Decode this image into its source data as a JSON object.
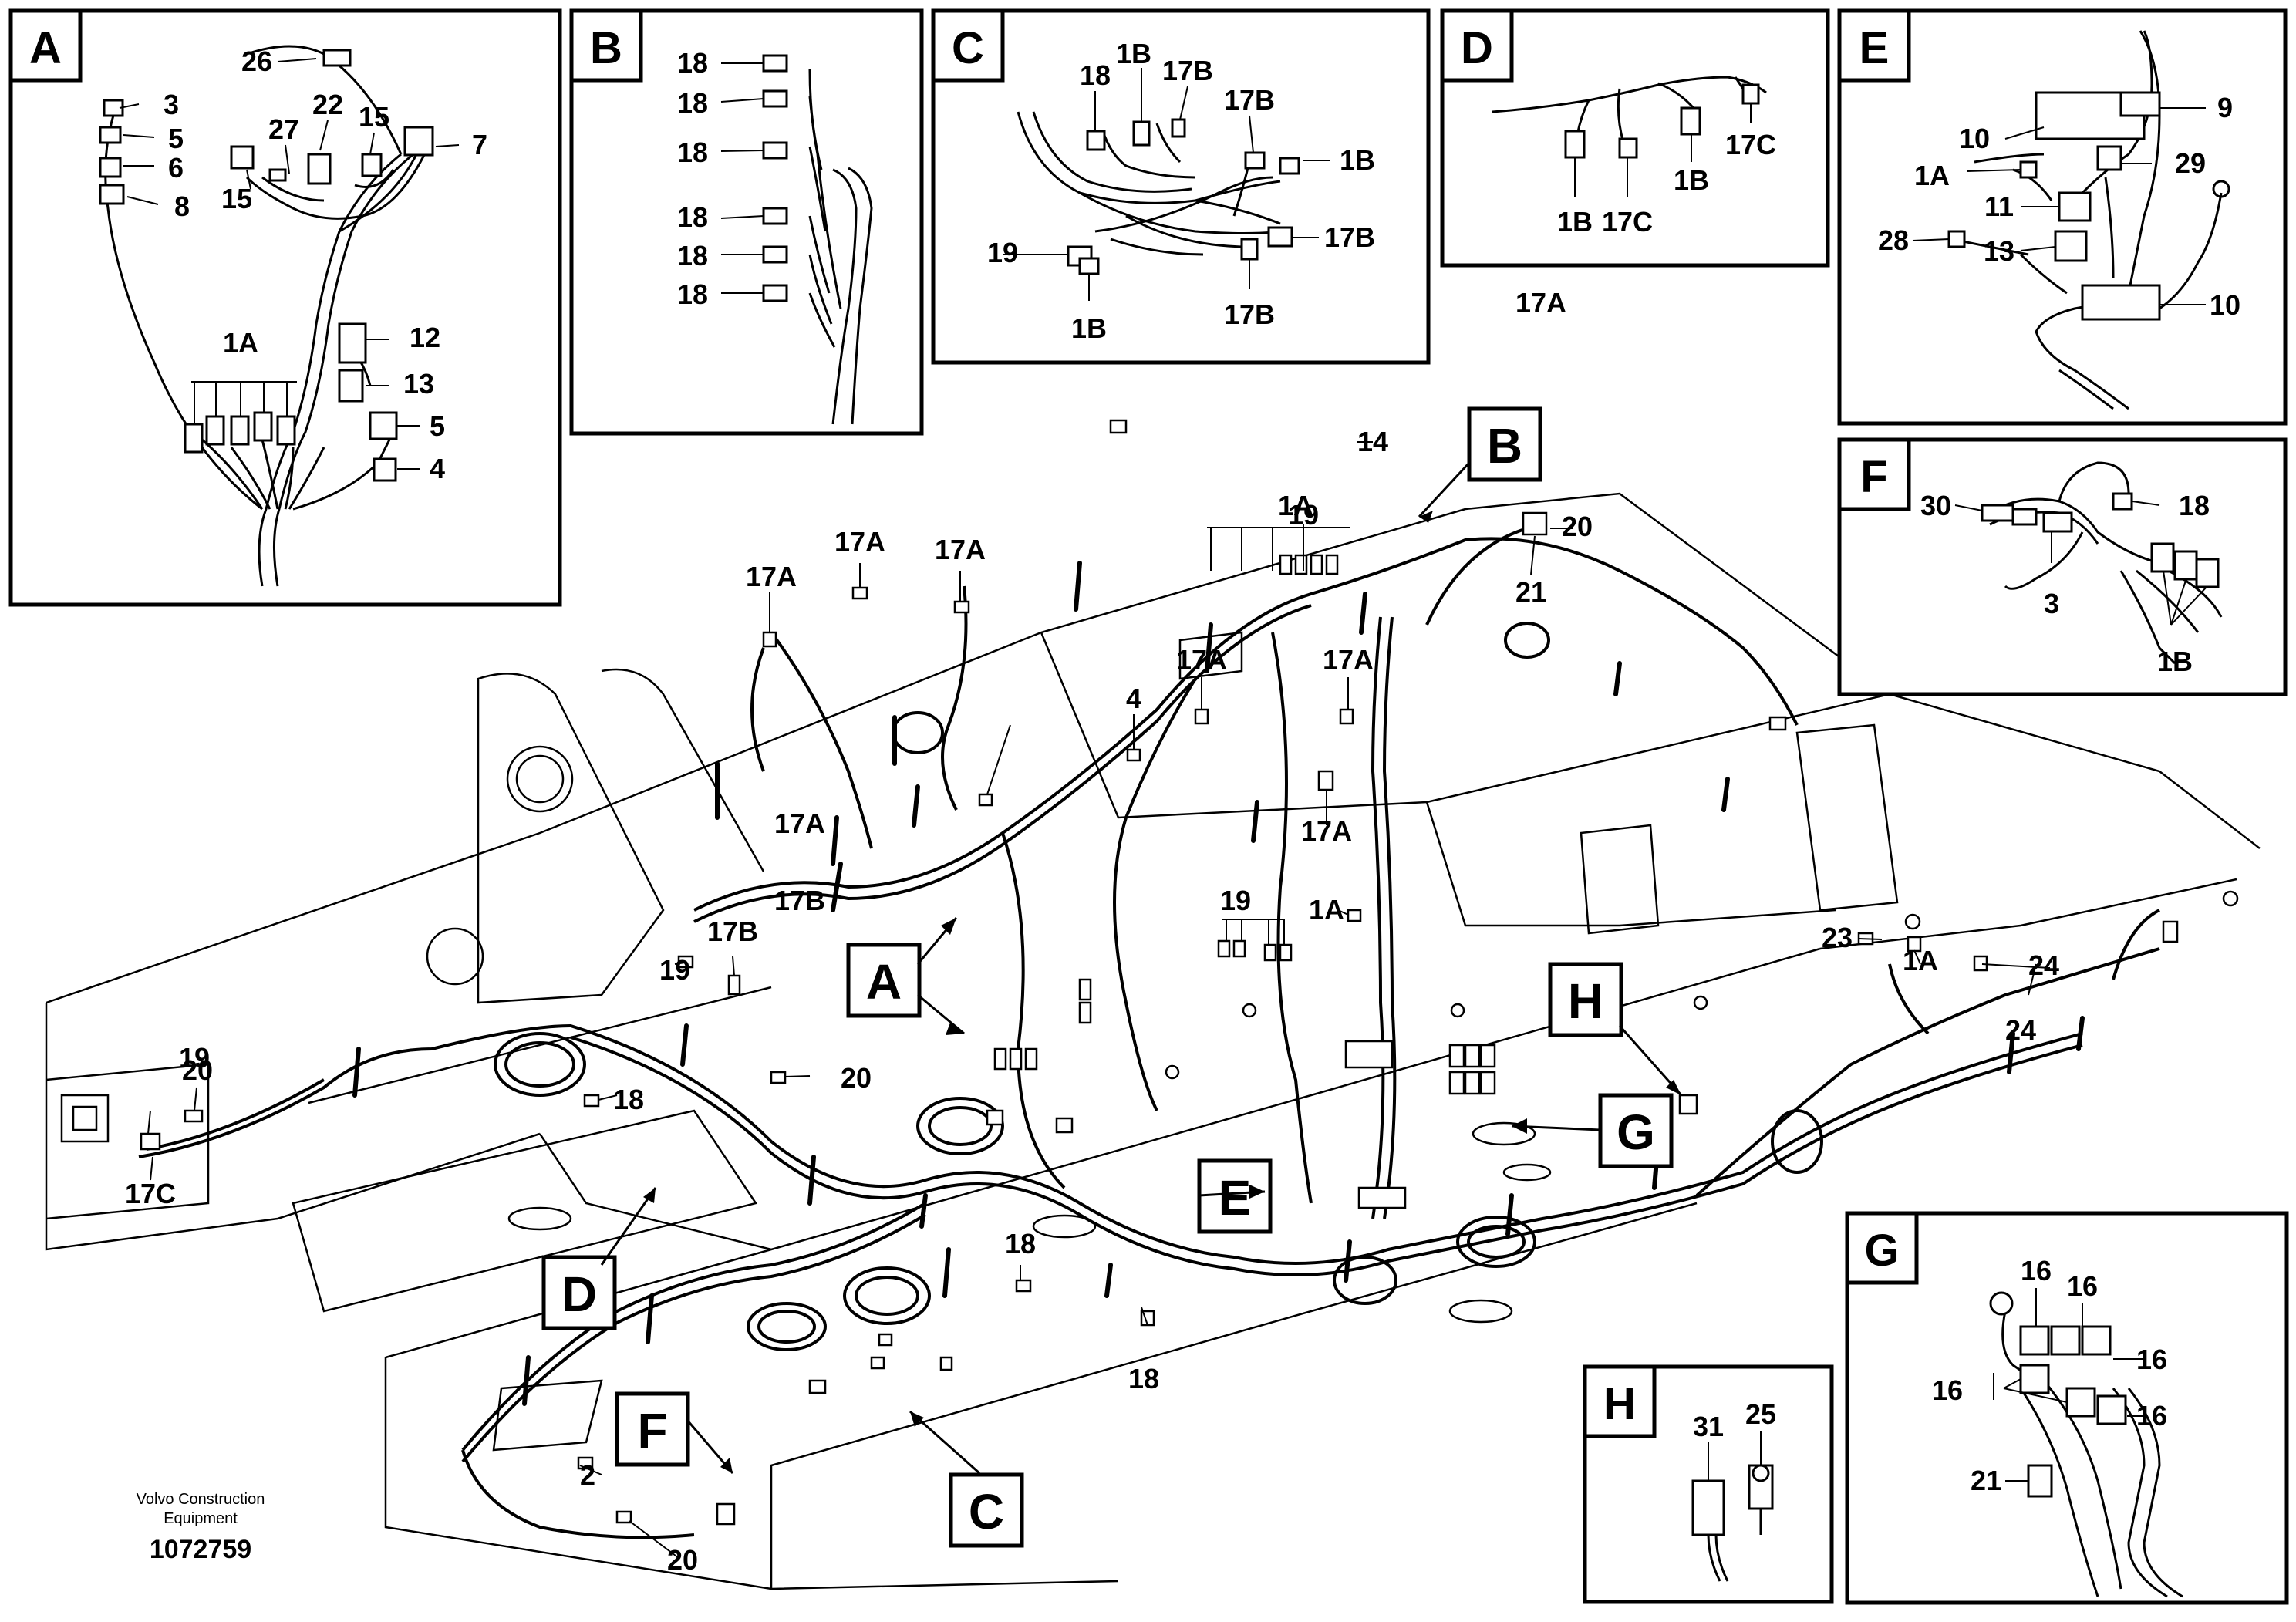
{
  "insets": [
    {
      "letter": "A",
      "labels": [
        "26",
        "3",
        "5",
        "6",
        "8",
        "27",
        "22",
        "15",
        "7",
        "15",
        "1A",
        "12",
        "13",
        "5",
        "4"
      ]
    },
    {
      "letter": "B",
      "labels": [
        "18",
        "18",
        "18",
        "18",
        "18",
        "18"
      ]
    },
    {
      "letter": "C",
      "labels": [
        "18",
        "1B",
        "17B",
        "17B",
        "1B",
        "19",
        "1B",
        "17B",
        "17B"
      ]
    },
    {
      "letter": "D",
      "labels": [
        "1B",
        "1B",
        "17C",
        "17C"
      ]
    },
    {
      "letter": "E",
      "labels": [
        "9",
        "10",
        "1A",
        "29",
        "11",
        "28",
        "13",
        "10"
      ]
    },
    {
      "letter": "F",
      "labels": [
        "30",
        "18",
        "3",
        "1B"
      ]
    },
    {
      "letter": "G",
      "labels": [
        "16",
        "16",
        "16",
        "16",
        "16",
        "21"
      ]
    },
    {
      "letter": "H",
      "labels": [
        "31",
        "25"
      ]
    }
  ],
  "main": {
    "callouts": [
      "A",
      "B",
      "C",
      "D",
      "E",
      "F",
      "G",
      "H"
    ],
    "labels": [
      "14",
      "20",
      "21",
      "17A",
      "1A",
      "19",
      "17A",
      "17A",
      "17A",
      "17A",
      "17A",
      "4",
      "17A",
      "17A",
      "17B",
      "19",
      "1A",
      "17B",
      "19",
      "20",
      "20",
      "19",
      "17C",
      "18",
      "23",
      "1A",
      "24",
      "24",
      "18",
      "18",
      "2",
      "20"
    ]
  },
  "footer": {
    "company_line1": "Volvo Construction",
    "company_line2": "Equipment",
    "doc_number": "1072759"
  }
}
